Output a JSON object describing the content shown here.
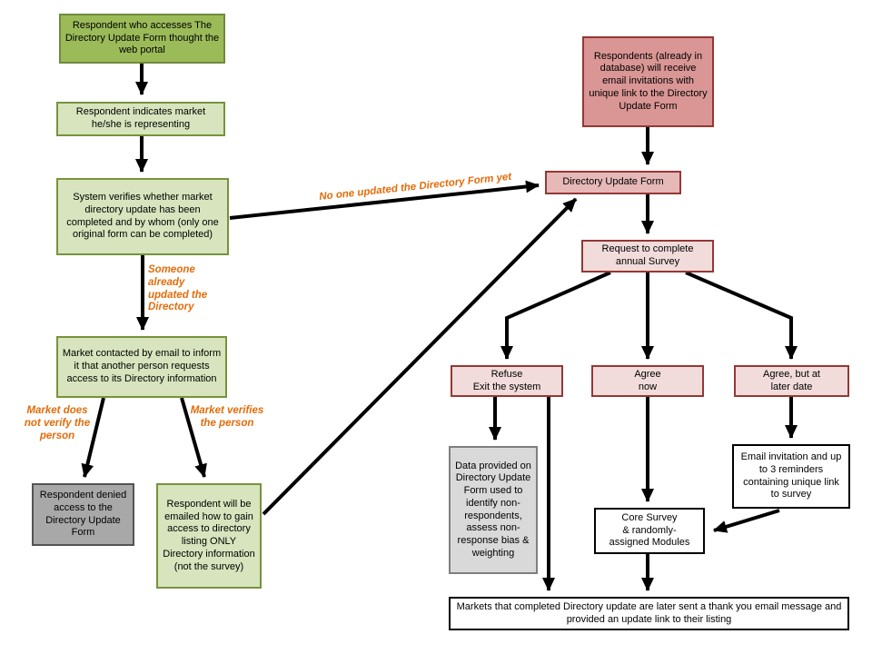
{
  "nodes": {
    "portal_access": "Respondent who accesses The Directory Update Form thought the web portal",
    "indicates_market": "Respondent indicates market he/she is representing",
    "system_verifies": "System verifies whether market directory update has been completed and by whom (only one original form can be completed)",
    "market_contacted": "Market contacted by email to inform it that another person requests access to its Directory information",
    "denied_access": "Respondent denied access to the Directory Update Form",
    "emailed_access": "Respondent will be emailed how to gain access to directory listing ONLY Directory information (not the survey)",
    "email_invitations": "Respondents (already in database) will receive email invitations with unique link to the Directory Update Form",
    "directory_update_form": "Directory Update Form",
    "request_survey": "Request to complete annual Survey",
    "refuse": "Refuse\nExit the system",
    "agree_now": "Agree\nnow",
    "agree_later": "Agree, but at\nlater date",
    "data_provided": "Data provided on Directory Update Form used to identify non-respondents, assess non-response bias & weighting",
    "email_reminders": "Email invitation and up to 3 reminders containing unique link to survey",
    "core_survey": "Core Survey\n& randomly-\nassigned Modules",
    "thank_you": "Markets that completed Directory update are later sent a thank you email message and provided an update link to their listing"
  },
  "edge_labels": {
    "no_one_updated": "No one updated the Directory Form yet",
    "someone_updated": "Someone already updated the Directory",
    "market_does_not_verify": "Market does not verify the person",
    "market_verifies": "Market verifies the person"
  },
  "colors": {
    "green_dark": "#9BBB59",
    "green_light": "#D7E4BD",
    "pink_dark": "#D99694",
    "pink_mid": "#E6B9B8",
    "pink_light": "#F2DCDB",
    "gray_dark": "#A8A8A8",
    "gray_light": "#D9D9D9",
    "box_white": "#FFFFFF",
    "arrow_black": "#000000",
    "label_orange": "#E36C0A"
  }
}
